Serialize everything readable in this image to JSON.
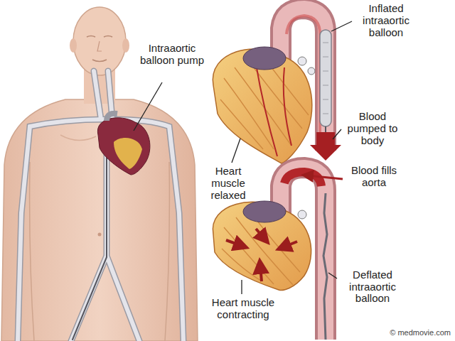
{
  "diagram": {
    "labels": [
      "Intraaortic balloon pump",
      "Inflated intraaortic balloon",
      "Blood pumped to body",
      "Heart muscle relaxed",
      "Blood fills aorta",
      "Heart muscle contracting",
      "Deflated intraaortic balloon",
      "© medmovie.com"
    ]
  }
}
